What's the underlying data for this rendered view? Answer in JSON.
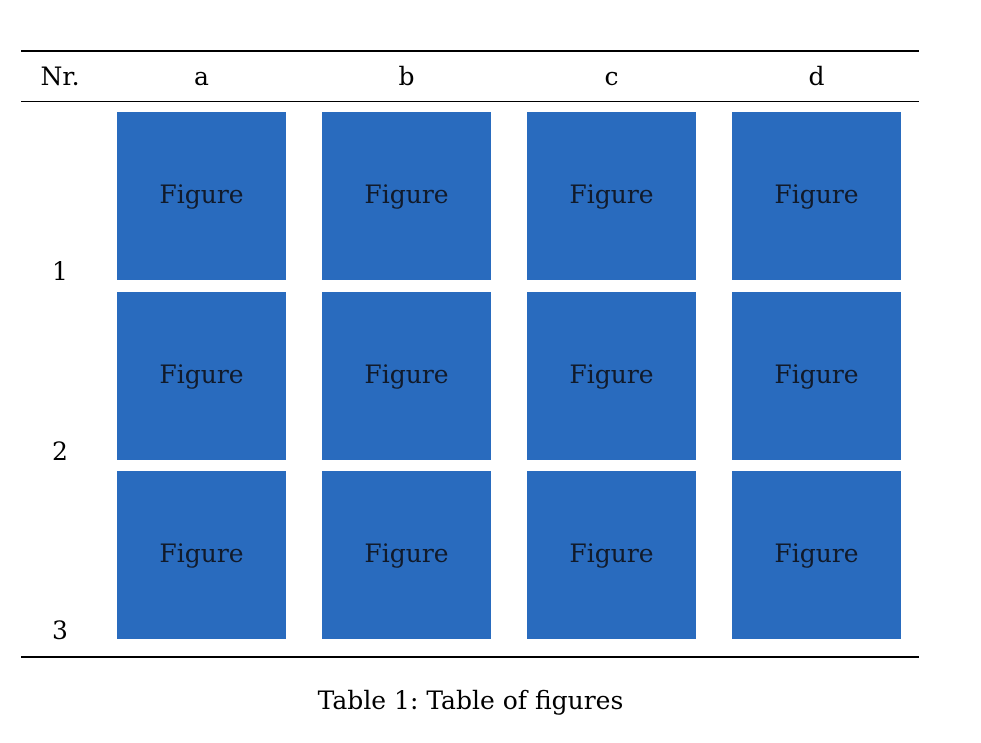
{
  "table": {
    "headers": [
      "Nr.",
      "a",
      "b",
      "c",
      "d"
    ],
    "rows": [
      {
        "label": "1",
        "cells": [
          "Figure",
          "Figure",
          "Figure",
          "Figure"
        ]
      },
      {
        "label": "2",
        "cells": [
          "Figure",
          "Figure",
          "Figure",
          "Figure"
        ]
      },
      {
        "label": "3",
        "cells": [
          "Figure",
          "Figure",
          "Figure",
          "Figure"
        ]
      }
    ],
    "figure_color": "#296bbe"
  },
  "caption": "Table 1: Table of figures"
}
